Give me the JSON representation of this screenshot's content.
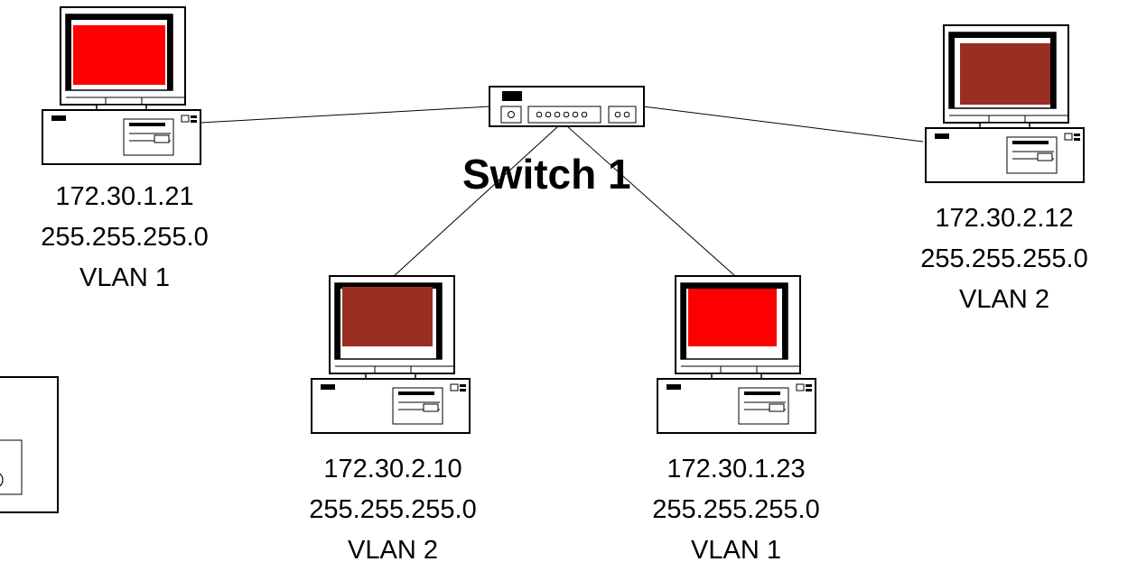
{
  "switch": {
    "label": "Switch 1"
  },
  "pcs": [
    {
      "ip": "172.30.1.21",
      "mask": "255.255.255.0",
      "vlan": "VLAN 1",
      "screen_color": "#ff0000"
    },
    {
      "ip": "172.30.2.10",
      "mask": "255.255.255.0",
      "vlan": "VLAN 2",
      "screen_color": "#992e22"
    },
    {
      "ip": "172.30.1.23",
      "mask": "255.255.255.0",
      "vlan": "VLAN 1",
      "screen_color": "#ff0000"
    },
    {
      "ip": "172.30.2.12",
      "mask": "255.255.255.0",
      "vlan": "VLAN 2",
      "screen_color": "#992e22"
    }
  ]
}
